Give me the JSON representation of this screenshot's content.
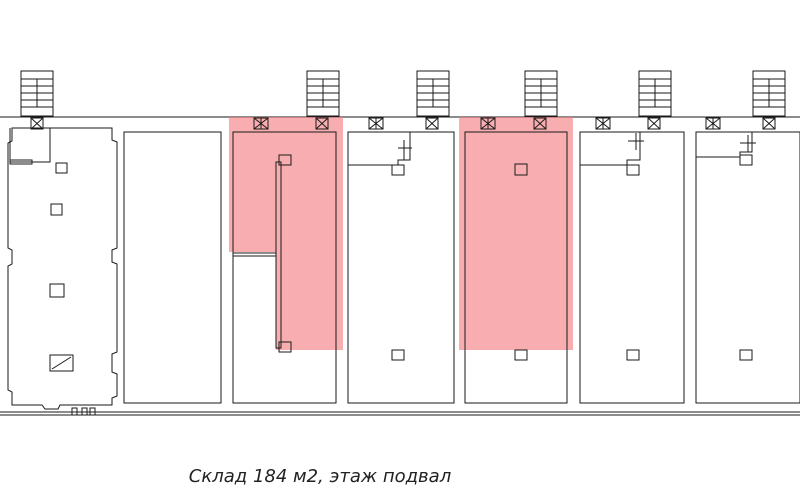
{
  "caption": "Склад 184 м2, этаж подвал",
  "colors": {
    "highlight": "#f47c80",
    "line": "#1a1a1a",
    "background": "#ffffff"
  },
  "highlighted_units": [
    "unit-3",
    "unit-5"
  ]
}
